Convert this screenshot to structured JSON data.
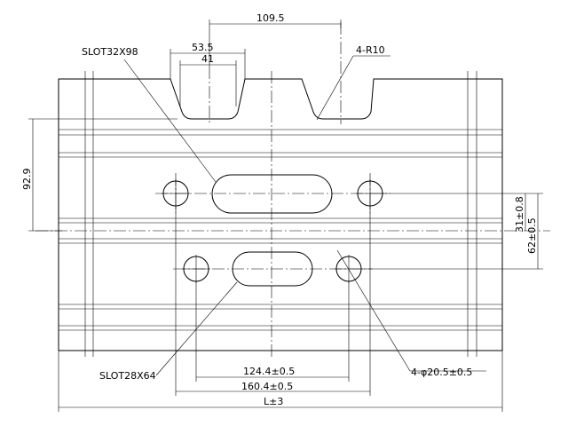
{
  "labels": {
    "slot_top": "SLOT32X98",
    "slot_bottom": "SLOT28X64",
    "dim_top_span": "109.5",
    "dim_notch_outer": "53.5",
    "dim_notch_inner": "41",
    "radius": "4-R10",
    "dim_height": "92.9",
    "dim_31": "31±0.8",
    "dim_62": "62±0.5",
    "dim_124": "124.4±0.5",
    "dim_160": "160.4±0.5",
    "holes": "4-φ20.5±0.5",
    "length": "L±3"
  }
}
